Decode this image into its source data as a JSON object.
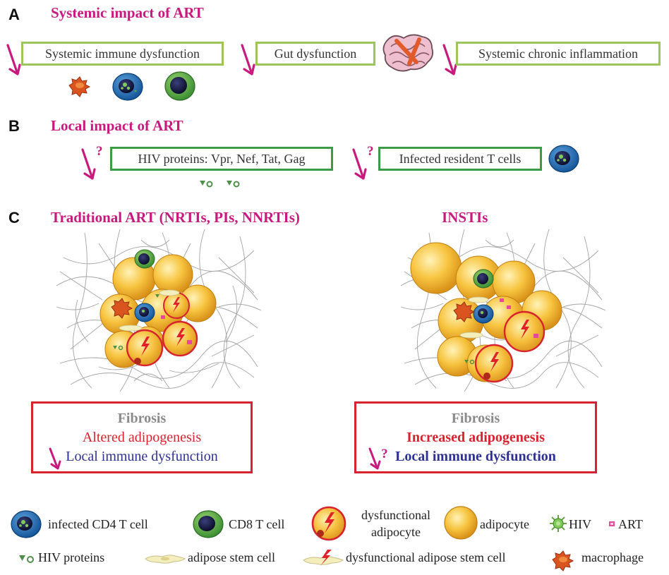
{
  "colors": {
    "heading": "#c8197f",
    "arrow": "#c8197f",
    "box_light_green": "#9cc65a",
    "box_green": "#3d9a46",
    "box_red": "#d8232f",
    "fibrosis": "#8a8a8a",
    "adipogenesis": "#d8232f",
    "immune": "#2e3192",
    "adipocyte": "#f7b733",
    "cd4": "#1f6db5",
    "cd8": "#5cb24a",
    "macrophage": "#d9541e"
  },
  "panel_a": {
    "letter": "A",
    "title": "Systemic impact of ART",
    "boxes": [
      "Systemic immune dysfunction",
      "Gut dysfunction",
      "Systemic chronic inflammation"
    ],
    "icons": [
      "macrophage-icon",
      "infected-cd4-icon",
      "cd8-icon",
      "gut-icon"
    ]
  },
  "panel_b": {
    "letter": "B",
    "title": "Local impact of ART",
    "question_mark": "?",
    "boxes": [
      "HIV proteins: Vpr, Nef, Tat, Gag",
      "Infected resident T cells"
    ]
  },
  "panel_c": {
    "letter": "C",
    "left_title": "Traditional ART (NRTIs, PIs, NNRTIs)",
    "right_title": "INSTIs",
    "left_outcomes": {
      "fibrosis": "Fibrosis",
      "adipogenesis": "Altered adipogenesis",
      "immune": "Local immune dysfunction"
    },
    "right_outcomes": {
      "fibrosis": "Fibrosis",
      "adipogenesis": "Increased adipogenesis",
      "question_mark": "?",
      "immune": "Local immune dysfunction"
    }
  },
  "legend": {
    "infected_cd4": "infected CD4 T cell",
    "cd8": "CD8 T cell",
    "dysfunctional_adipocyte_line1": "dysfunctional",
    "dysfunctional_adipocyte_line2": "adipocyte",
    "adipocyte": "adipocyte",
    "hiv": "HIV",
    "art": "ART",
    "hiv_proteins": "HIV proteins",
    "adipose_stem_cell": "adipose stem cell",
    "dysfunctional_adipose_stem_cell": "dysfunctional adipose stem cell",
    "macrophage": "macrophage"
  }
}
